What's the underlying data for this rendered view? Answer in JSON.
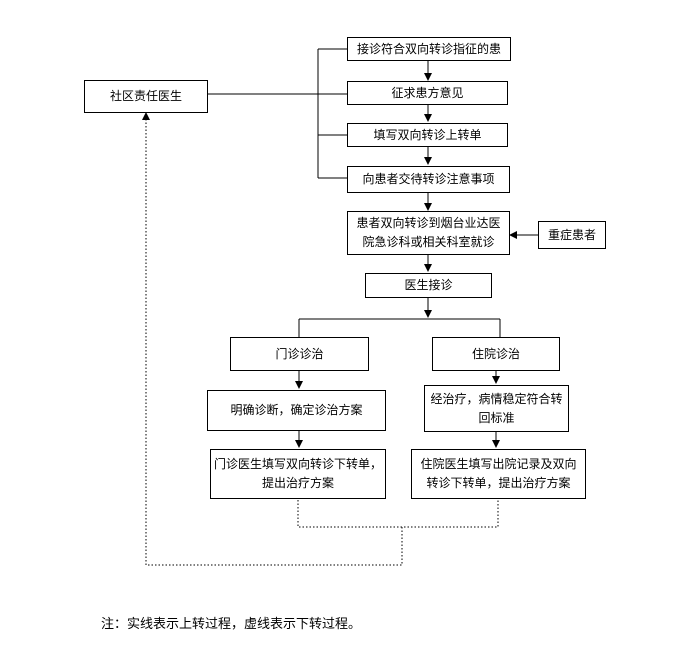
{
  "boxes": {
    "community_doctor": "社区责任医生",
    "receive_patient": "接诊符合双向转诊指征的患",
    "seek_opinion": "征求患方意见",
    "fill_upward_form": "填写双向转诊上转单",
    "explain_notes": "向患者交待转诊注意事项",
    "go_to_hospital": "患者双向转诊到烟台业达医院急诊科或相关科室就诊",
    "critical_patient": "重症患者",
    "doctor_receive": "医生接诊",
    "outpatient": "门诊诊治",
    "inpatient": "住院诊治",
    "diagnose": "明确诊断，确定诊治方案",
    "stable_after_treatment": "经治疗，病情稳定符合转回标准",
    "outpatient_downward": "门诊医生填写双向转诊下转单，提出治疗方案",
    "inpatient_downward": "住院医生填写出院记录及双向转诊下转单，提出治疗方案"
  },
  "note": "注：实线表示上转过程，虚线表示下转过程。"
}
